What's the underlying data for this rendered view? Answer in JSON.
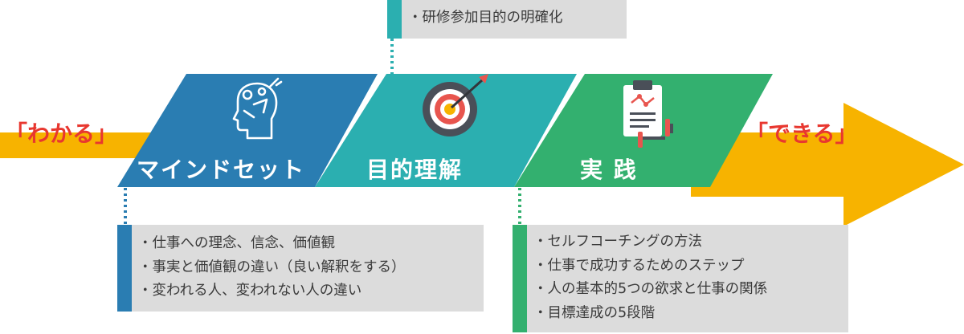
{
  "flow": {
    "start_label": "「わかる」",
    "end_label": "「できる」",
    "arrow_color": "#f7b300",
    "stages": [
      {
        "title": "マインドセット",
        "icon": "head-gears-icon",
        "color": "#2a7db2"
      },
      {
        "title": "目的理解",
        "icon": "target-arrow-icon",
        "color": "#2bafb0"
      },
      {
        "title": "実 践",
        "icon": "clipboard-dumbbell-icon",
        "color": "#33b06f"
      }
    ]
  },
  "boxes": {
    "purpose": {
      "items": [
        "研修参加目的の明確化"
      ],
      "color": "#2bafb0"
    },
    "mindset": {
      "items": [
        "仕事への理念、信念、価値観",
        "事実と価値観の違い（良い解釈をする）",
        "変われる人、変われない人の違い"
      ],
      "color": "#2a7db2"
    },
    "practice": {
      "items": [
        "セルフコーチングの方法",
        "仕事で成功するためのステップ",
        "人の基本的5つの欲求と仕事の関係",
        "目標達成の5段階"
      ],
      "color": "#33b06f"
    }
  }
}
